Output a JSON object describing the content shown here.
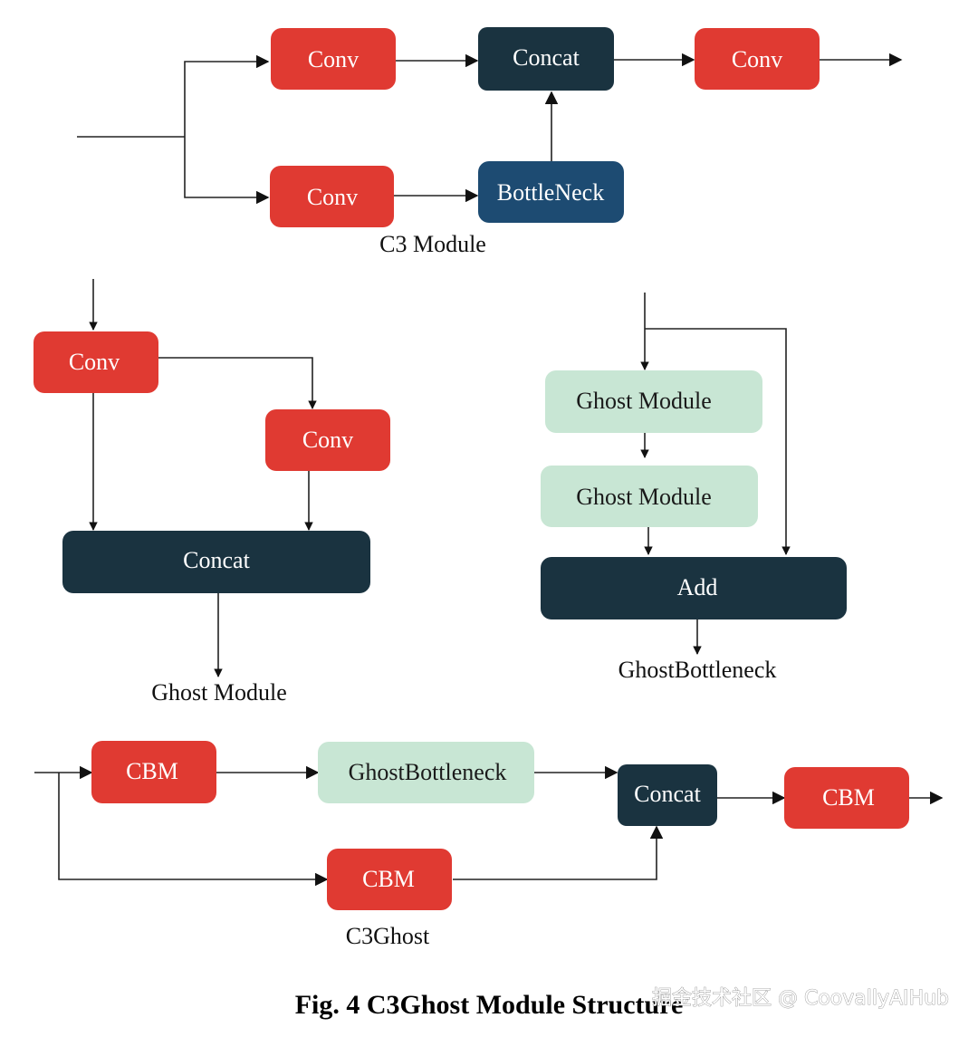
{
  "colors": {
    "conv": "#e03a32",
    "concat": "#1a3340",
    "bottleneck": "#1d4b72",
    "ghost": "#c8e6d4",
    "light_text": "#ffffff",
    "dark_text": "#1a1a1a"
  },
  "c3_module": {
    "conv_top": "Conv",
    "concat": "Concat",
    "conv_out": "Conv",
    "conv_bottom": "Conv",
    "bottleneck": "BottleNeck",
    "caption": "C3 Module"
  },
  "ghost_module": {
    "conv_primary": "Conv",
    "conv_cheap": "Conv",
    "concat": "Concat",
    "caption": "Ghost Module"
  },
  "ghost_bottleneck": {
    "ghost_module_1": "Ghost Module",
    "ghost_module_2": "Ghost Module",
    "add": "Add",
    "caption": "GhostBottleneck"
  },
  "c3ghost": {
    "cbm_in": "CBM",
    "ghost_bottleneck": "GhostBottleneck",
    "concat": "Concat",
    "cbm_out": "CBM",
    "cbm_skip": "CBM",
    "caption": "C3Ghost"
  },
  "figure_caption": "Fig. 4 C3Ghost Module Structure",
  "watermark": "掘金技术社区 @ CoovallyAIHub"
}
